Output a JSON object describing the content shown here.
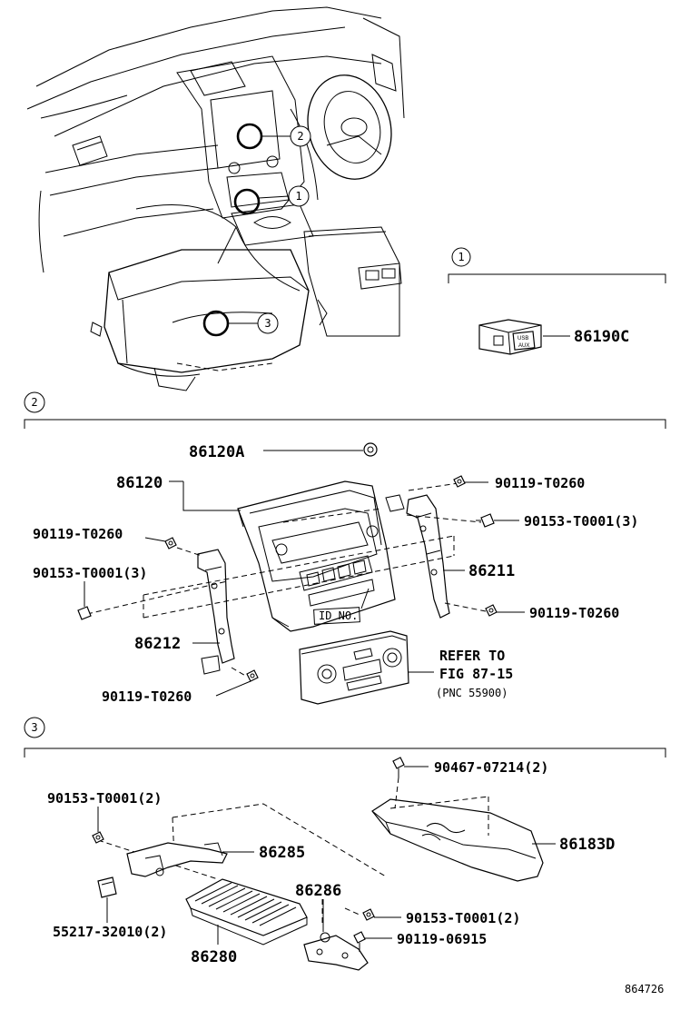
{
  "section_markers": [
    "1",
    "2",
    "3"
  ],
  "overview": {
    "callouts": [
      "2",
      "1",
      "3"
    ]
  },
  "section1": {
    "part_label": "86190C",
    "switch_text_1": "USB",
    "switch_text_2": "AUX"
  },
  "section2": {
    "labels": {
      "p86120a": "86120A",
      "p86120": "86120",
      "bolt_top_right": "90119-T0260",
      "screw_right": "90153-T0001(3)",
      "bolt_left": "90119-T0260",
      "screw_left": "90153-T0001(3)",
      "p86211": "86211",
      "bolt_right_lower": "90119-T0260",
      "p86212": "86212",
      "bolt_bottom": "90119-T0260",
      "id_no": "ID NO.",
      "refer_1": "REFER TO",
      "refer_2": "FIG 87-15",
      "refer_3": "(PNC 55900)"
    }
  },
  "section3": {
    "labels": {
      "bolt_top": "90467-07214(2)",
      "screw_left": "90153-T0001(2)",
      "p86285": "86285",
      "p86183d": "86183D",
      "p86286": "86286",
      "screw_right": "90153-T0001(2)",
      "bolt_right": "90119-06915",
      "clip": "55217-32010(2)",
      "p86280": "86280"
    }
  },
  "figure_number": "864726"
}
